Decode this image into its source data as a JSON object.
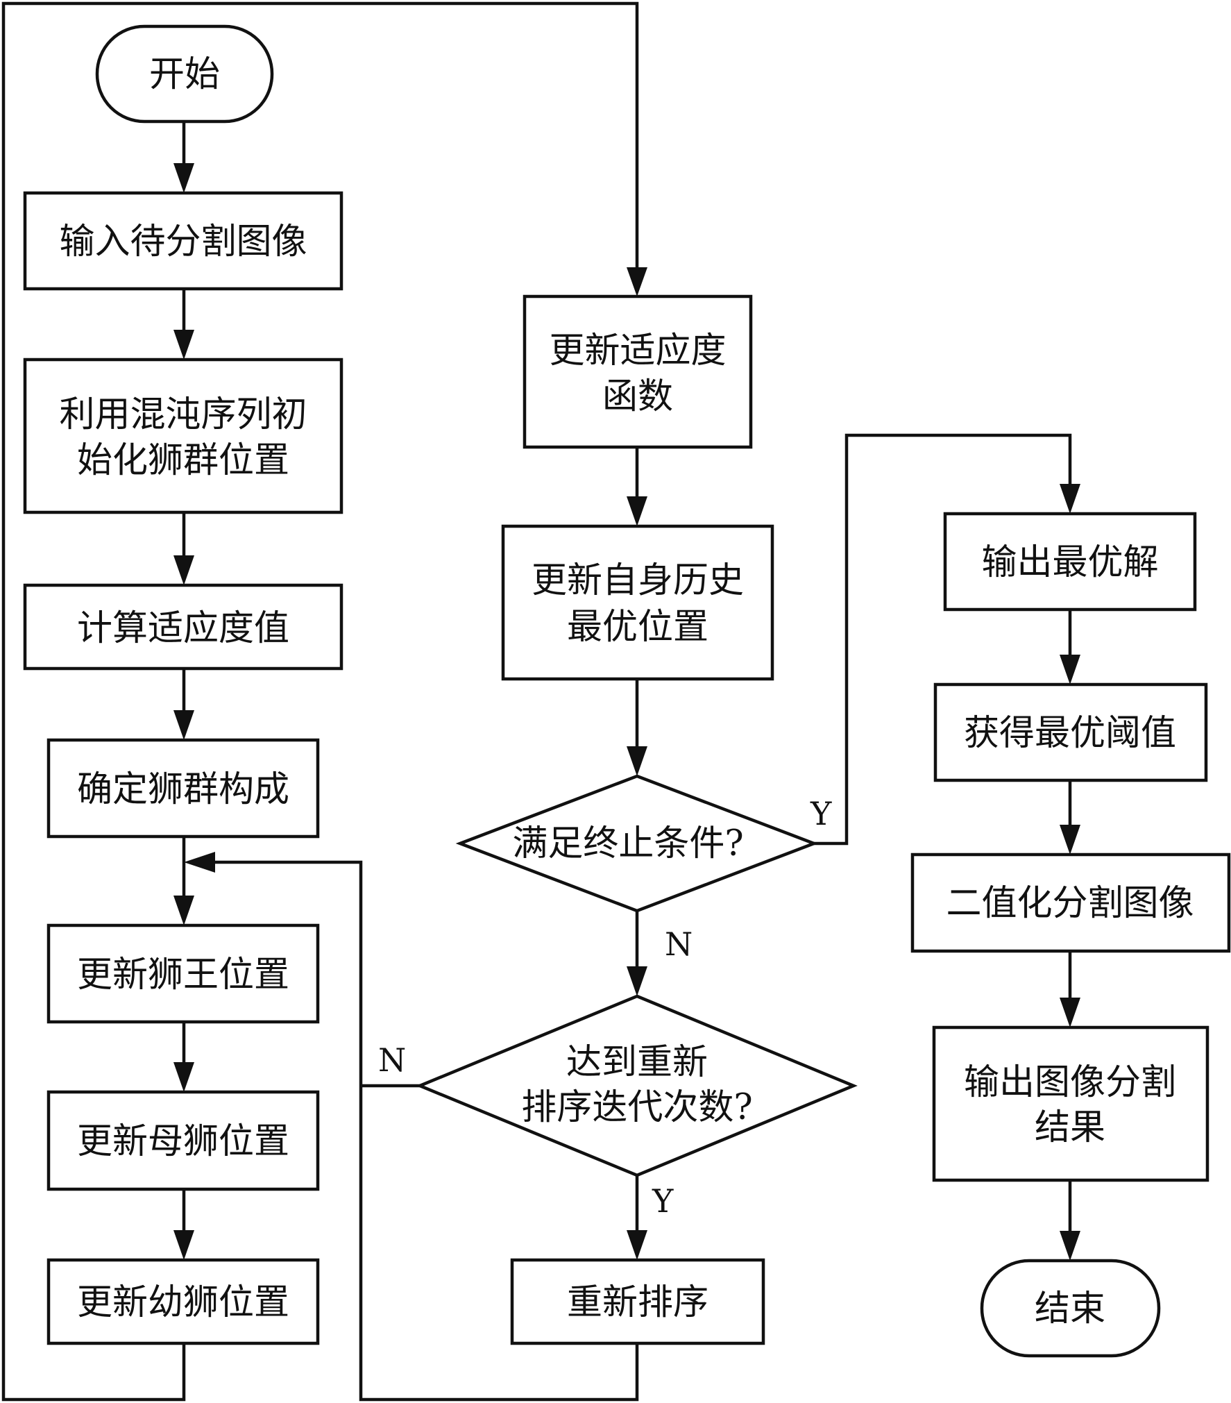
{
  "flowchart": {
    "start": "开始",
    "input_image": "输入待分割图像",
    "init_chaos": [
      "利用混沌序列初",
      "始化狮群位置"
    ],
    "calc_fitness": "计算适应度值",
    "determine_group": "确定狮群构成",
    "update_king": "更新狮王位置",
    "update_lioness": "更新母狮位置",
    "update_cub": "更新幼狮位置",
    "update_fitness_fn": [
      "更新适应度",
      "函数"
    ],
    "update_hist_best": [
      "更新自身历史",
      "最优位置"
    ],
    "termination_check": "满足终止条件?",
    "reorder_check": [
      "达到重新",
      "排序迭代次数?"
    ],
    "reorder": "重新排序",
    "output_best": "输出最优解",
    "best_threshold": "获得最优阈值",
    "binarize": "二值化分割图像",
    "output_result": [
      "输出图像分割",
      "结果"
    ],
    "end": "结束",
    "yes": "Y",
    "no": "N"
  }
}
